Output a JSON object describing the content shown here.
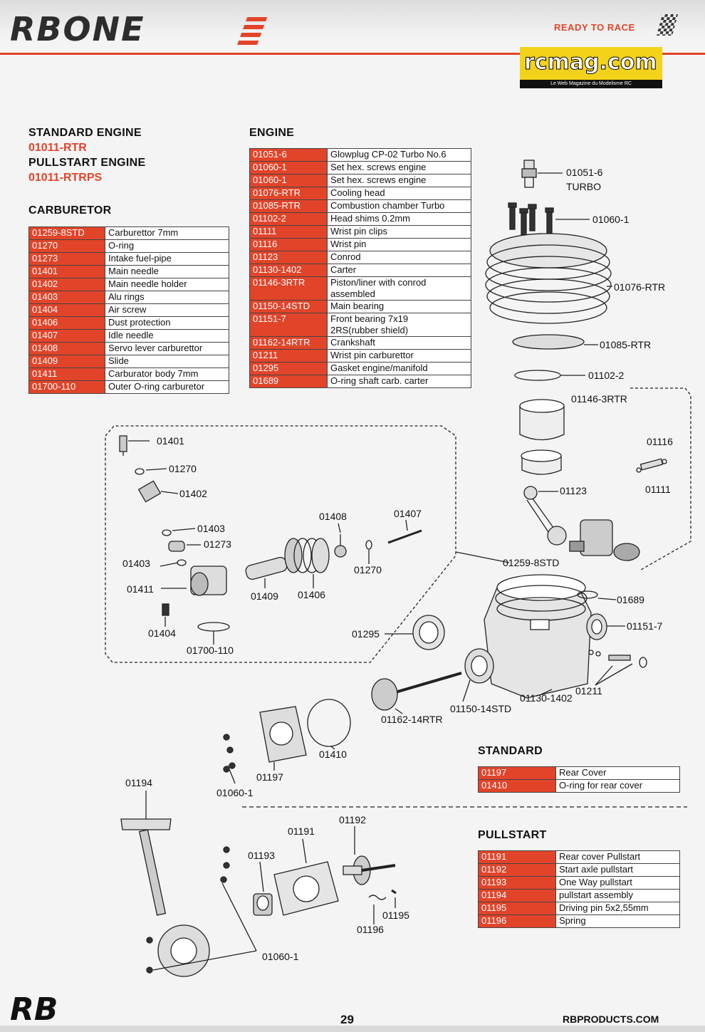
{
  "header": {
    "brand": "RBONE",
    "tagline": "READY TO RACE",
    "watermark_site": "rcmag.com",
    "watermark_sub": "Le Web Magazine du Modelisme RC"
  },
  "left": {
    "standard_title": "STANDARD ENGINE",
    "standard_code": "01011-RTR",
    "pullstart_title": "PULLSTART ENGINE",
    "pullstart_code": "01011-RTRPS",
    "carburetor_title": "CARBURETOR",
    "carburetor_parts": [
      {
        "pn": "01259-8STD",
        "desc": "Carburettor 7mm"
      },
      {
        "pn": "01270",
        "desc": "O-ring"
      },
      {
        "pn": "01273",
        "desc": "Intake fuel-pipe"
      },
      {
        "pn": "01401",
        "desc": "Main needle"
      },
      {
        "pn": "01402",
        "desc": "Main needle holder"
      },
      {
        "pn": "01403",
        "desc": "Alu rings"
      },
      {
        "pn": "01404",
        "desc": "Air screw"
      },
      {
        "pn": "01406",
        "desc": "Dust protection"
      },
      {
        "pn": "01407",
        "desc": "Idle needle"
      },
      {
        "pn": "01408",
        "desc": "Servo lever carburettor"
      },
      {
        "pn": "01409",
        "desc": "Slide"
      },
      {
        "pn": "01411",
        "desc": "Carburator body 7mm"
      },
      {
        "pn": "01700-110",
        "desc": "Outer O-ring carburetor"
      }
    ]
  },
  "engine": {
    "title": "ENGINE",
    "parts": [
      {
        "pn": "01051-6",
        "desc": "Glowplug CP-02 Turbo No.6"
      },
      {
        "pn": "01060-1",
        "desc": "Set hex. screws engine"
      },
      {
        "pn": "01060-1",
        "desc": "Set hex. screws engine"
      },
      {
        "pn": "01076-RTR",
        "desc": "Cooling head"
      },
      {
        "pn": "01085-RTR",
        "desc": "Combustion chamber Turbo"
      },
      {
        "pn": "01102-2",
        "desc": "Head shims 0.2mm"
      },
      {
        "pn": "01111",
        "desc": "Wrist pin clips"
      },
      {
        "pn": "01116",
        "desc": "Wrist pin"
      },
      {
        "pn": "01123",
        "desc": "Conrod"
      },
      {
        "pn": "01130-1402",
        "desc": "Carter"
      },
      {
        "pn": "01146-3RTR",
        "desc": "Piston/liner with conrod",
        "desc2": "assembled"
      },
      {
        "pn": "01150-14STD",
        "desc": "Main bearing"
      },
      {
        "pn": "01151-7",
        "desc": "Front bearing 7x19",
        "desc2": "2RS(rubber shield)"
      },
      {
        "pn": "01162-14RTR",
        "desc": "Crankshaft"
      },
      {
        "pn": "01211",
        "desc": "Wrist pin carburettor"
      },
      {
        "pn": "01295",
        "desc": "Gasket engine/manifold"
      },
      {
        "pn": "01689",
        "desc": "O-ring shaft carb. carter"
      }
    ]
  },
  "standard": {
    "title": "STANDARD",
    "parts": [
      {
        "pn": "01197",
        "desc": "Rear Cover"
      },
      {
        "pn": "01410",
        "desc": "O-ring for rear cover"
      }
    ]
  },
  "pullstart": {
    "title": "PULLSTART",
    "parts": [
      {
        "pn": "01191",
        "desc": "Rear cover Pullstart"
      },
      {
        "pn": "01192",
        "desc": "Start axle pullstart"
      },
      {
        "pn": "01193",
        "desc": "One Way pullstart"
      },
      {
        "pn": "01194",
        "desc": "pullstart assembly"
      },
      {
        "pn": "01195",
        "desc": "Driving pin 5x2,55mm"
      },
      {
        "pn": "01196",
        "desc": "Spring"
      }
    ]
  },
  "diagram_labels": {
    "l01051": "01051-6",
    "turbo": "TURBO",
    "l01060a": "01060-1",
    "l01076": "01076-RTR",
    "l01085": "01085-RTR",
    "l01102": "01102-2",
    "l01146": "01146-3RTR",
    "l01116": "01116",
    "l01111": "01111",
    "l01123": "01123",
    "l01259": "01259-8STD",
    "l01689": "01689",
    "l01151": "01151-7",
    "l01211": "01211",
    "l01130": "01130-1402",
    "l01150": "01150-14STD",
    "l01162": "01162-14RTR",
    "l01295": "01295",
    "l01410": "01410",
    "l01197": "01197",
    "l01060b": "01060-1",
    "l01401": "01401",
    "l01270a": "01270",
    "l01402": "01402",
    "l01403a": "01403",
    "l01273": "01273",
    "l01403b": "01403",
    "l01411": "01411",
    "l01404": "01404",
    "l01700": "01700-110",
    "l01408": "01408",
    "l01407": "01407",
    "l01270b": "01270",
    "l01409": "01409",
    "l01406": "01406",
    "l01194": "01194",
    "l01193": "01193",
    "l01191": "01191",
    "l01192": "01192",
    "l01195": "01195",
    "l01196": "01196",
    "l01060c": "01060-1"
  },
  "footer": {
    "logo": "RB",
    "page": "29",
    "website": "RBPRODUCTS.COM"
  },
  "colors": {
    "accent": "#e2442a",
    "text": "#111111"
  }
}
